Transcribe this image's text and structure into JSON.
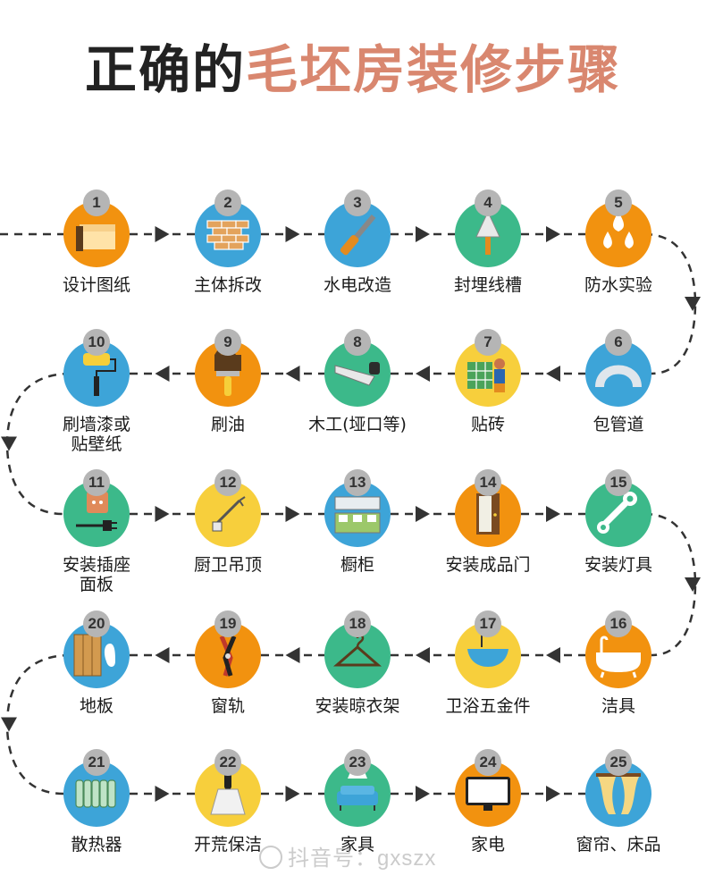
{
  "title": {
    "part1": "正确的",
    "part2": "毛坯房装修步骤"
  },
  "colors": {
    "title_dark": "#222222",
    "title_accent": "#d9876f",
    "line": "#333333",
    "badge": "#b5b5b5"
  },
  "steps": [
    {
      "num": "1",
      "label": "设计图纸",
      "color": "#f2920f",
      "icon": "blueprint-icon"
    },
    {
      "num": "2",
      "label": "主体拆改",
      "color": "#3da4d8",
      "icon": "brick-wall-icon"
    },
    {
      "num": "3",
      "label": "水电改造",
      "color": "#3da4d8",
      "icon": "screwdriver-icon"
    },
    {
      "num": "4",
      "label": "封埋线槽",
      "color": "#3cb98a",
      "icon": "trowel-icon"
    },
    {
      "num": "5",
      "label": "防水实验",
      "color": "#f2920f",
      "icon": "water-drops-icon"
    },
    {
      "num": "6",
      "label": "包管道",
      "color": "#3da4d8",
      "icon": "pipe-icon"
    },
    {
      "num": "7",
      "label": "贴砖",
      "color": "#f7cf3c",
      "icon": "tiling-worker-icon"
    },
    {
      "num": "8",
      "label": "木工(垭口等)",
      "color": "#3cb98a",
      "icon": "saw-icon"
    },
    {
      "num": "9",
      "label": "刷油",
      "color": "#f2920f",
      "icon": "paint-brush-icon"
    },
    {
      "num": "10",
      "label": "刷墙漆或\n贴壁纸",
      "color": "#3da4d8",
      "icon": "paint-roller-icon"
    },
    {
      "num": "11",
      "label": "安装插座\n面板",
      "color": "#3cb98a",
      "icon": "socket-plug-icon"
    },
    {
      "num": "12",
      "label": "厨卫吊顶",
      "color": "#f7cf3c",
      "icon": "ceiling-tool-icon"
    },
    {
      "num": "13",
      "label": "橱柜",
      "color": "#3da4d8",
      "icon": "kitchen-cabinet-icon"
    },
    {
      "num": "14",
      "label": "安装成品门",
      "color": "#f2920f",
      "icon": "door-icon"
    },
    {
      "num": "15",
      "label": "安装灯具",
      "color": "#3cb98a",
      "icon": "wrench-icon"
    },
    {
      "num": "16",
      "label": "洁具",
      "color": "#f2920f",
      "icon": "bathtub-icon"
    },
    {
      "num": "17",
      "label": "卫浴五金件",
      "color": "#f7cf3c",
      "icon": "faucet-basin-icon"
    },
    {
      "num": "18",
      "label": "安装晾衣架",
      "color": "#3cb98a",
      "icon": "hanger-icon"
    },
    {
      "num": "19",
      "label": "窗轨",
      "color": "#f2920f",
      "icon": "pliers-icon"
    },
    {
      "num": "20",
      "label": "地板",
      "color": "#3da4d8",
      "icon": "floor-boards-icon"
    },
    {
      "num": "21",
      "label": "散热器",
      "color": "#3da4d8",
      "icon": "radiator-icon"
    },
    {
      "num": "22",
      "label": "开荒保洁",
      "color": "#f7cf3c",
      "icon": "scraper-icon"
    },
    {
      "num": "23",
      "label": "家具",
      "color": "#3cb98a",
      "icon": "sofa-lamp-icon"
    },
    {
      "num": "24",
      "label": "家电",
      "color": "#f2920f",
      "icon": "tv-icon"
    },
    {
      "num": "25",
      "label": "窗帘、床品",
      "color": "#3da4d8",
      "icon": "curtains-icon"
    }
  ],
  "watermark": "抖音号：gxszx"
}
